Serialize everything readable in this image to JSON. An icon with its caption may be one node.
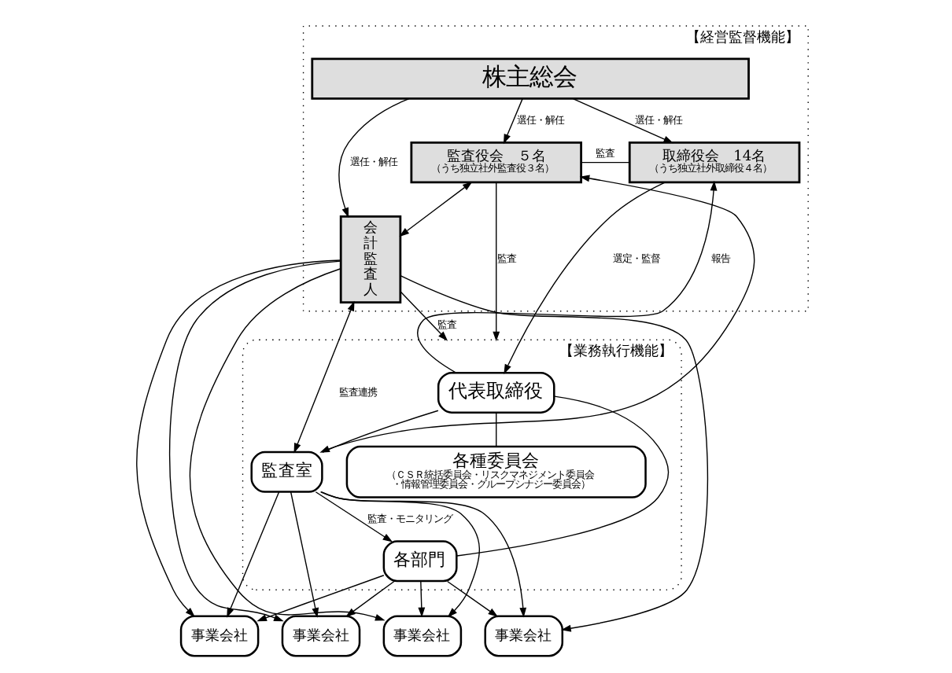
{
  "diagram": {
    "nodes": [
      {
        "text": [
          "【経営監督機能】"
        ]
      },
      {
        "text": [
          "株主総会"
        ],
        "in": 0
      },
      {
        "text": [
          "監査役会　５名",
          "（うち独立社外監査役３名）"
        ],
        "in": 0
      },
      {
        "text": [
          "取締役会　14名",
          "（うち独立社外取締役４名）"
        ],
        "in": 0
      },
      {
        "text": [
          "会計監査人"
        ],
        "in": 0
      },
      {
        "text": [
          "【業務執行機能】"
        ]
      },
      {
        "text": [
          "代表取締役"
        ],
        "in": 5
      },
      {
        "text": [
          "監査室"
        ],
        "in": 5
      },
      {
        "text": [
          "各種委員会",
          "（ＣＳＲ統括委員会・リスクマネジメント委員会・情報管理委員会・グループシナジー委員会）"
        ],
        "in": 5
      },
      {
        "text": [
          "各部門"
        ],
        "in": 5
      },
      {
        "text": [
          "事業会社"
        ]
      },
      {
        "text": [
          "事業会社"
        ]
      },
      {
        "text": [
          "事業会社"
        ]
      },
      {
        "text": [
          "事業会社"
        ]
      }
    ],
    "edges": [
      {
        "from": 1,
        "to": 2,
        "arrow": "to",
        "label": "選任・解任"
      },
      {
        "from": 1,
        "to": 3,
        "arrow": "to",
        "label": "選任・解任"
      },
      {
        "from": 1,
        "to": 4,
        "arrow": "to",
        "label": "選任・解任"
      },
      {
        "from": 2,
        "to": 3,
        "arrow": "none",
        "label": "監査"
      },
      {
        "from": 2,
        "to": 5,
        "arrow": "to",
        "label": "監査"
      },
      {
        "from": 3,
        "to": 6,
        "arrow": "to",
        "label": "選定・監督"
      },
      {
        "from": 6,
        "to": 3,
        "arrow": "to",
        "label": "報告"
      },
      {
        "from": 4,
        "to": 7,
        "arrow": "both",
        "label": "監査連携"
      },
      {
        "from": 2,
        "to": 7,
        "arrow": "both"
      },
      {
        "from": 2,
        "to": 4,
        "arrow": "both"
      },
      {
        "from": 4,
        "to": 5,
        "arrow": "to",
        "label": "監査"
      },
      {
        "from": 6,
        "to": 7,
        "arrow": "none"
      },
      {
        "from": 6,
        "to": 8,
        "arrow": "none"
      },
      {
        "from": 6,
        "to": 9,
        "arrow": "none"
      },
      {
        "from": 7,
        "to": 9,
        "arrow": "to",
        "label": "監査・モニタリング"
      },
      {
        "from": 9,
        "to": 10,
        "arrow": "to"
      },
      {
        "from": 9,
        "to": 11,
        "arrow": "to"
      },
      {
        "from": 9,
        "to": 12,
        "arrow": "to"
      },
      {
        "from": 9,
        "to": 13,
        "arrow": "to"
      },
      {
        "from": 4,
        "to": 10,
        "arrow": "to"
      },
      {
        "from": 4,
        "to": 11,
        "arrow": "to"
      },
      {
        "from": 4,
        "to": 12,
        "arrow": "to"
      },
      {
        "from": 4,
        "to": 13,
        "arrow": "to"
      },
      {
        "from": 7,
        "to": 10,
        "arrow": "to"
      },
      {
        "from": 7,
        "to": 11,
        "arrow": "to"
      },
      {
        "from": 7,
        "to": 12,
        "arrow": "to"
      },
      {
        "from": 7,
        "to": 13,
        "arrow": "to"
      }
    ]
  }
}
